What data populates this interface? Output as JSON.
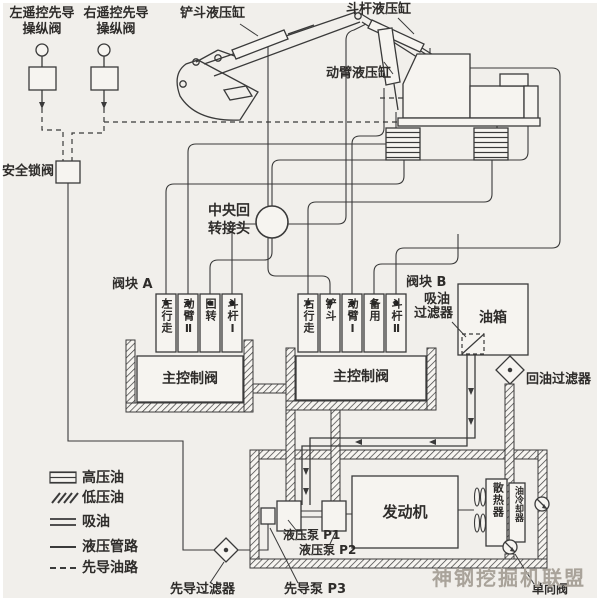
{
  "colors": {
    "background": "#f1efeb",
    "ink": "#3a3a3a",
    "watermark": "#a9a39a"
  },
  "pilot_controls": {
    "left_valve_label": "左遥控先导操纵阀",
    "right_valve_label": "右遥控先导操纵阀",
    "safety_lock_valve_label": "安全锁阀"
  },
  "excavator": {
    "bucket_cylinder_label": "铲斗液压缸",
    "arm_cylinder_label": "斗杆液压缸",
    "boom_cylinder_label": "动臂液压缸"
  },
  "center_joint": {
    "line1": "中央回",
    "line2": "转接头"
  },
  "valve_block_a": {
    "title": "阀块 A",
    "spools": [
      "左行走",
      "动臂Ⅱ",
      "回转",
      "斗杆Ⅰ"
    ],
    "main_valve_label": "主控制阀"
  },
  "valve_block_b": {
    "title": "阀块 B",
    "spools": [
      "右行走",
      "铲斗",
      "动臂Ⅰ",
      "备用",
      "斗杆Ⅱ"
    ],
    "main_valve_label": "主控制阀"
  },
  "tank": {
    "label": "油箱",
    "suction_filter_line1": "吸油",
    "suction_filter_line2": "过滤器",
    "return_filter_label": "回油过滤器"
  },
  "power_unit": {
    "engine_label": "发动机",
    "pump_p1_label": "液压泵 P1",
    "pump_p2_label": "液压泵 P2",
    "pilot_pump_label": "先导泵 P3",
    "pilot_filter_label": "先导过滤器",
    "radiator_label": "散热器",
    "oil_cooler_label": "油冷却器",
    "check_valve_label": "单向阀"
  },
  "legend": {
    "items": [
      {
        "label": "高压油"
      },
      {
        "label": "低压油"
      },
      {
        "label": "吸油"
      },
      {
        "label": "液压管路"
      },
      {
        "label": "先导油路"
      }
    ]
  },
  "watermark": "神钢挖掘机联盟"
}
